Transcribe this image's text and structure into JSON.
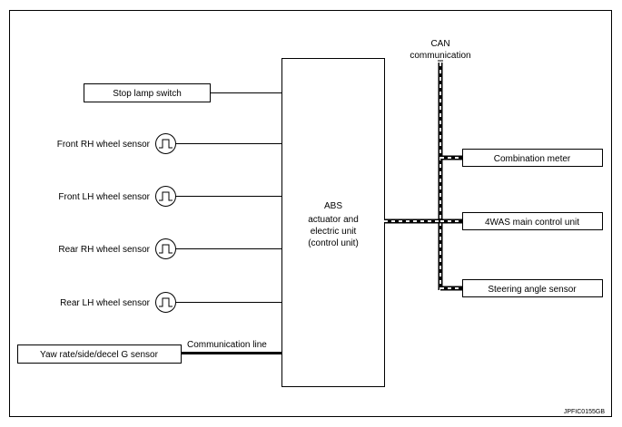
{
  "abs_unit": {
    "lines": [
      "ABS",
      "actuator and",
      "electric unit",
      "(control unit)"
    ]
  },
  "inputs": {
    "stop_lamp_switch": "Stop lamp switch",
    "front_rh_sensor": "Front RH wheel sensor",
    "front_lh_sensor": "Front LH wheel sensor",
    "rear_rh_sensor": "Rear RH wheel sensor",
    "rear_lh_sensor": "Rear LH wheel sensor",
    "yaw_sensor": "Yaw rate/side/decel G sensor",
    "communication_line": "Communication line"
  },
  "can": {
    "label_line1": "CAN",
    "label_line2": "communication"
  },
  "outputs": {
    "combination_meter": "Combination meter",
    "awas_unit": "4WAS main control unit",
    "steering_sensor": "Steering angle sensor"
  },
  "figure_id": "JPFIC0155GB",
  "icons": {
    "wheel_sensor": "pulse-signal-icon"
  }
}
